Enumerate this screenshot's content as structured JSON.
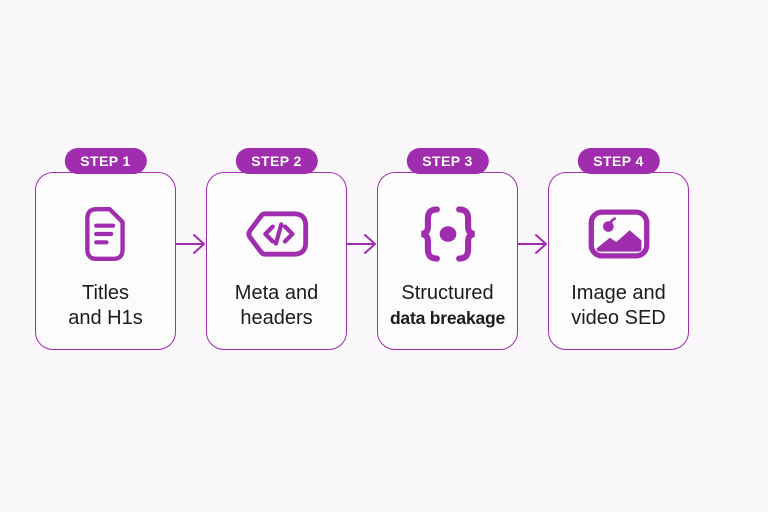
{
  "theme": {
    "accent_purple": "#a02cae",
    "card_background": "#fdfcfd",
    "page_background": "#faf8fa",
    "label_text_color": "#1c1c1e",
    "badge_text_color": "#ffffff"
  },
  "diagram": {
    "type": "process-flow",
    "arrow_icon": "arrow-right-icon",
    "steps": [
      {
        "badge": "STEP 1",
        "icon": "document-icon",
        "label_line1": "Titles",
        "label_line2": "and H1s"
      },
      {
        "badge": "STEP 2",
        "icon": "code-tag-icon",
        "label_line1": "Meta and",
        "label_line2": "headers"
      },
      {
        "badge": "STEP 3",
        "icon": "structured-data-braces-icon",
        "label_line1": "Structured",
        "label_line2": "data breakage"
      },
      {
        "badge": "STEP 4",
        "icon": "image-photo-icon",
        "label_line1": "Image and",
        "label_line2": "video SED"
      }
    ]
  }
}
